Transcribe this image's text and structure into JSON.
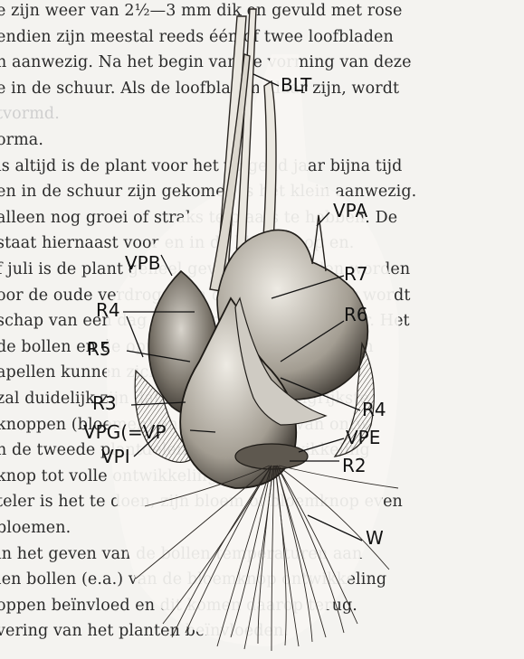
{
  "background_text": [
    {
      "text": "e zijn weer van 2½—3 mm dik en gevuld met rose",
      "faint": false
    },
    {
      "text": "endien zijn meestal reeds één of twee loofbladen",
      "faint": false
    },
    {
      "text": "n aanwezig. Na het begin van de vorming van deze",
      "faint": false
    },
    {
      "text": "e in de schuur. Als de loofbladen klaar zijn, wordt",
      "faint": false
    },
    {
      "text": "tvormd.",
      "faint": true
    },
    {
      "text": "orma.",
      "faint": false
    },
    {
      "text": "is altijd is de plant voor het volgend jaar bijna tijd",
      "faint": false
    },
    {
      "text": "en in de schuur zijn gekomen is het klein aanwezig.",
      "faint": false
    },
    {
      "text": "alleen nog groei of straks te plaats te hebben. De",
      "faint": false
    },
    {
      "text": "staat hiernaast voor en in de bloemknop en.",
      "faint": false
    },
    {
      "text": "f juli is de plant geheel gevormd; de bollen worden",
      "faint": false
    },
    {
      "text": "oor de oude verdrogen en de knop zichtbaar wordt",
      "faint": false
    },
    {
      "text": "schap van een dag bol is het voor de rekenaar. Het",
      "faint": false
    },
    {
      "text": "de bollen en de oppervlak van de bol rusten in",
      "faint": false
    },
    {
      "text": "apellen kunnen zich bovendien ontvormen.",
      "faint": false
    },
    {
      "text": "zal duidelijk zijn dat de vorming belangrijkste",
      "faint": false
    },
    {
      "text": "knoppen (bloemen) en de teen altijd van ontw",
      "faint": false
    },
    {
      "text": "n de tweede plantdelen, verdere ontwikkeling",
      "faint": false
    },
    {
      "text": "knop tot volle ontwikkeling komt.",
      "faint": false
    },
    {
      "text": "teler is het te doen, zijn bloem of bloemknop even",
      "faint": false
    },
    {
      "text": "bloemen.",
      "faint": false
    },
    {
      "text": "in het geven van de bollen temperaturen aan",
      "faint": false
    },
    {
      "text": "len bollen (e.a.) van de bloemknop ontwikkeling",
      "faint": false
    },
    {
      "text": "oppen beïnvloed en dit komen daarop terug.",
      "faint": false
    },
    {
      "text": "vering van het planten beïnvloeden.",
      "faint": false
    }
  ],
  "labels": {
    "BLT": "BLT",
    "VPA": "VPA",
    "VPB": "VPB",
    "R7": "R7",
    "R6": "R6",
    "R4a": "R4",
    "R5": "R5",
    "R3": "R3",
    "R4b": "R4",
    "VPG": "VPG(=VP",
    "VPE": "VPE",
    "VPI": "VPI",
    "R2": "R2",
    "W": "W"
  }
}
